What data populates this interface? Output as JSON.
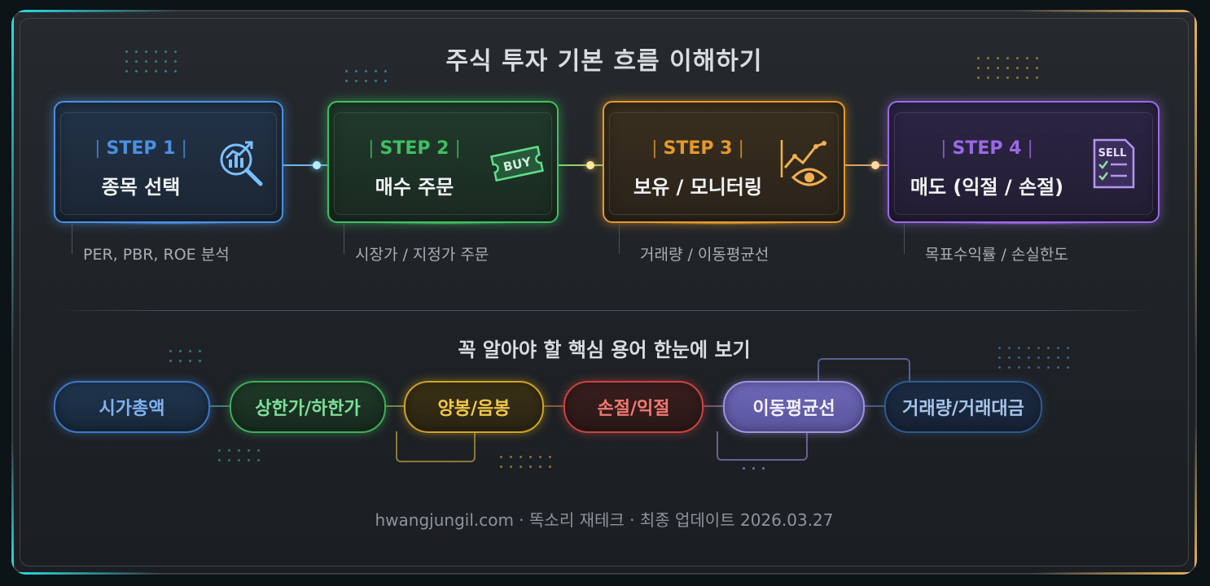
{
  "title": "주식 투자 기본 흐름 이해하기",
  "steps": [
    {
      "label": "STEP 1",
      "title": "종목 선택",
      "note": "PER, PBR, ROE 분석",
      "icon": "magnifier-chart-icon",
      "color": "#4a90e2"
    },
    {
      "label": "STEP 2",
      "title": "매수 주문",
      "note": "시장가 / 지정가 주문",
      "icon": "buy-ticket-icon",
      "icon_text": "BUY",
      "color": "#3fbf62"
    },
    {
      "label": "STEP 3",
      "title": "보유 / 모니터링",
      "note": "거래량 / 이동평균선",
      "icon": "chart-eye-icon",
      "color": "#e59a2c"
    },
    {
      "label": "STEP 4",
      "title": "매도 (익절 / 손절)",
      "note": "목표수익률 / 손실한도",
      "icon": "sell-checklist-icon",
      "icon_text": "SELL",
      "color": "#9a6ae6"
    }
  ],
  "terms_title": "꼭 알아야 할 핵심 용어 한눈에 보기",
  "terms": [
    "시가총액",
    "상한가/하한가",
    "양봉/음봉",
    "손절/익절",
    "이동평균선",
    "거래량/거래대금"
  ],
  "footer": "hwangjungil.com · 똑소리 재테크 · 최종 업데이트 2026.03.27"
}
